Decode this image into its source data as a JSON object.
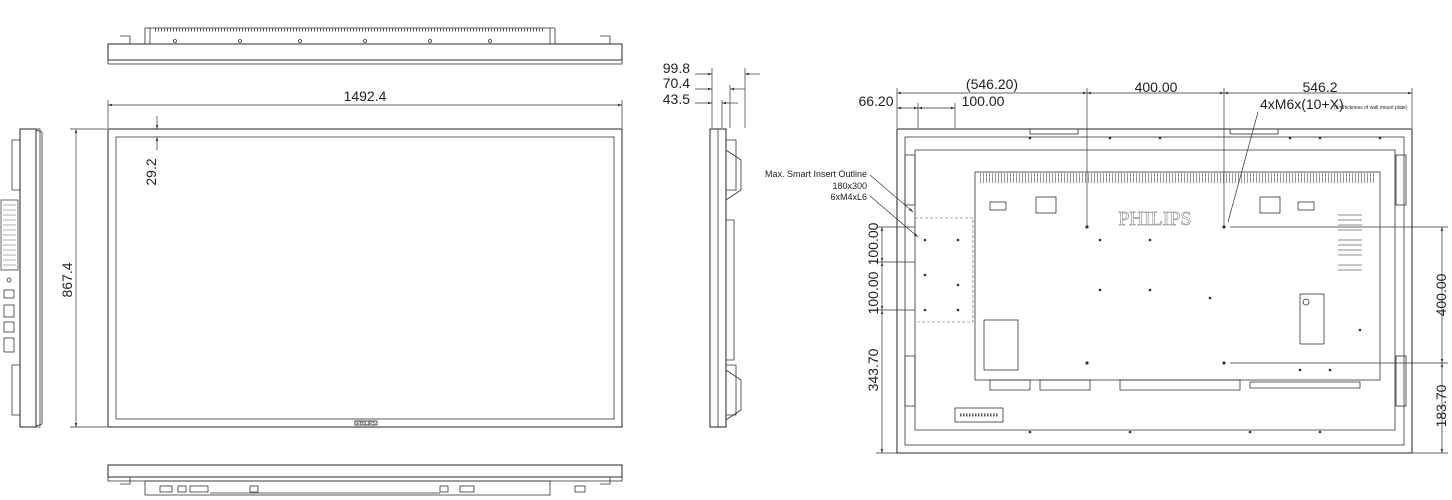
{
  "front": {
    "width": "1492.4",
    "height": "867.4",
    "bezel": "29.2",
    "logo": "PHILIPS"
  },
  "side": {
    "depths": [
      "99.8",
      "70.4",
      "43.5"
    ]
  },
  "back": {
    "top_dims": [
      "66.20",
      "(546.20)",
      "100.00",
      "400.00",
      "546.2"
    ],
    "screw_spec": "4xM6x(10+X)",
    "screw_note": "(X=thickness of wall mount plate)",
    "smart_insert": [
      "Max. Smart Insert Outline",
      "180x300",
      "6xM4xL6"
    ],
    "left_dims": [
      "100.00",
      "100.00",
      "343.70"
    ],
    "right_dims": [
      "400.00",
      "183.70"
    ],
    "logo": "PHILIPS"
  }
}
